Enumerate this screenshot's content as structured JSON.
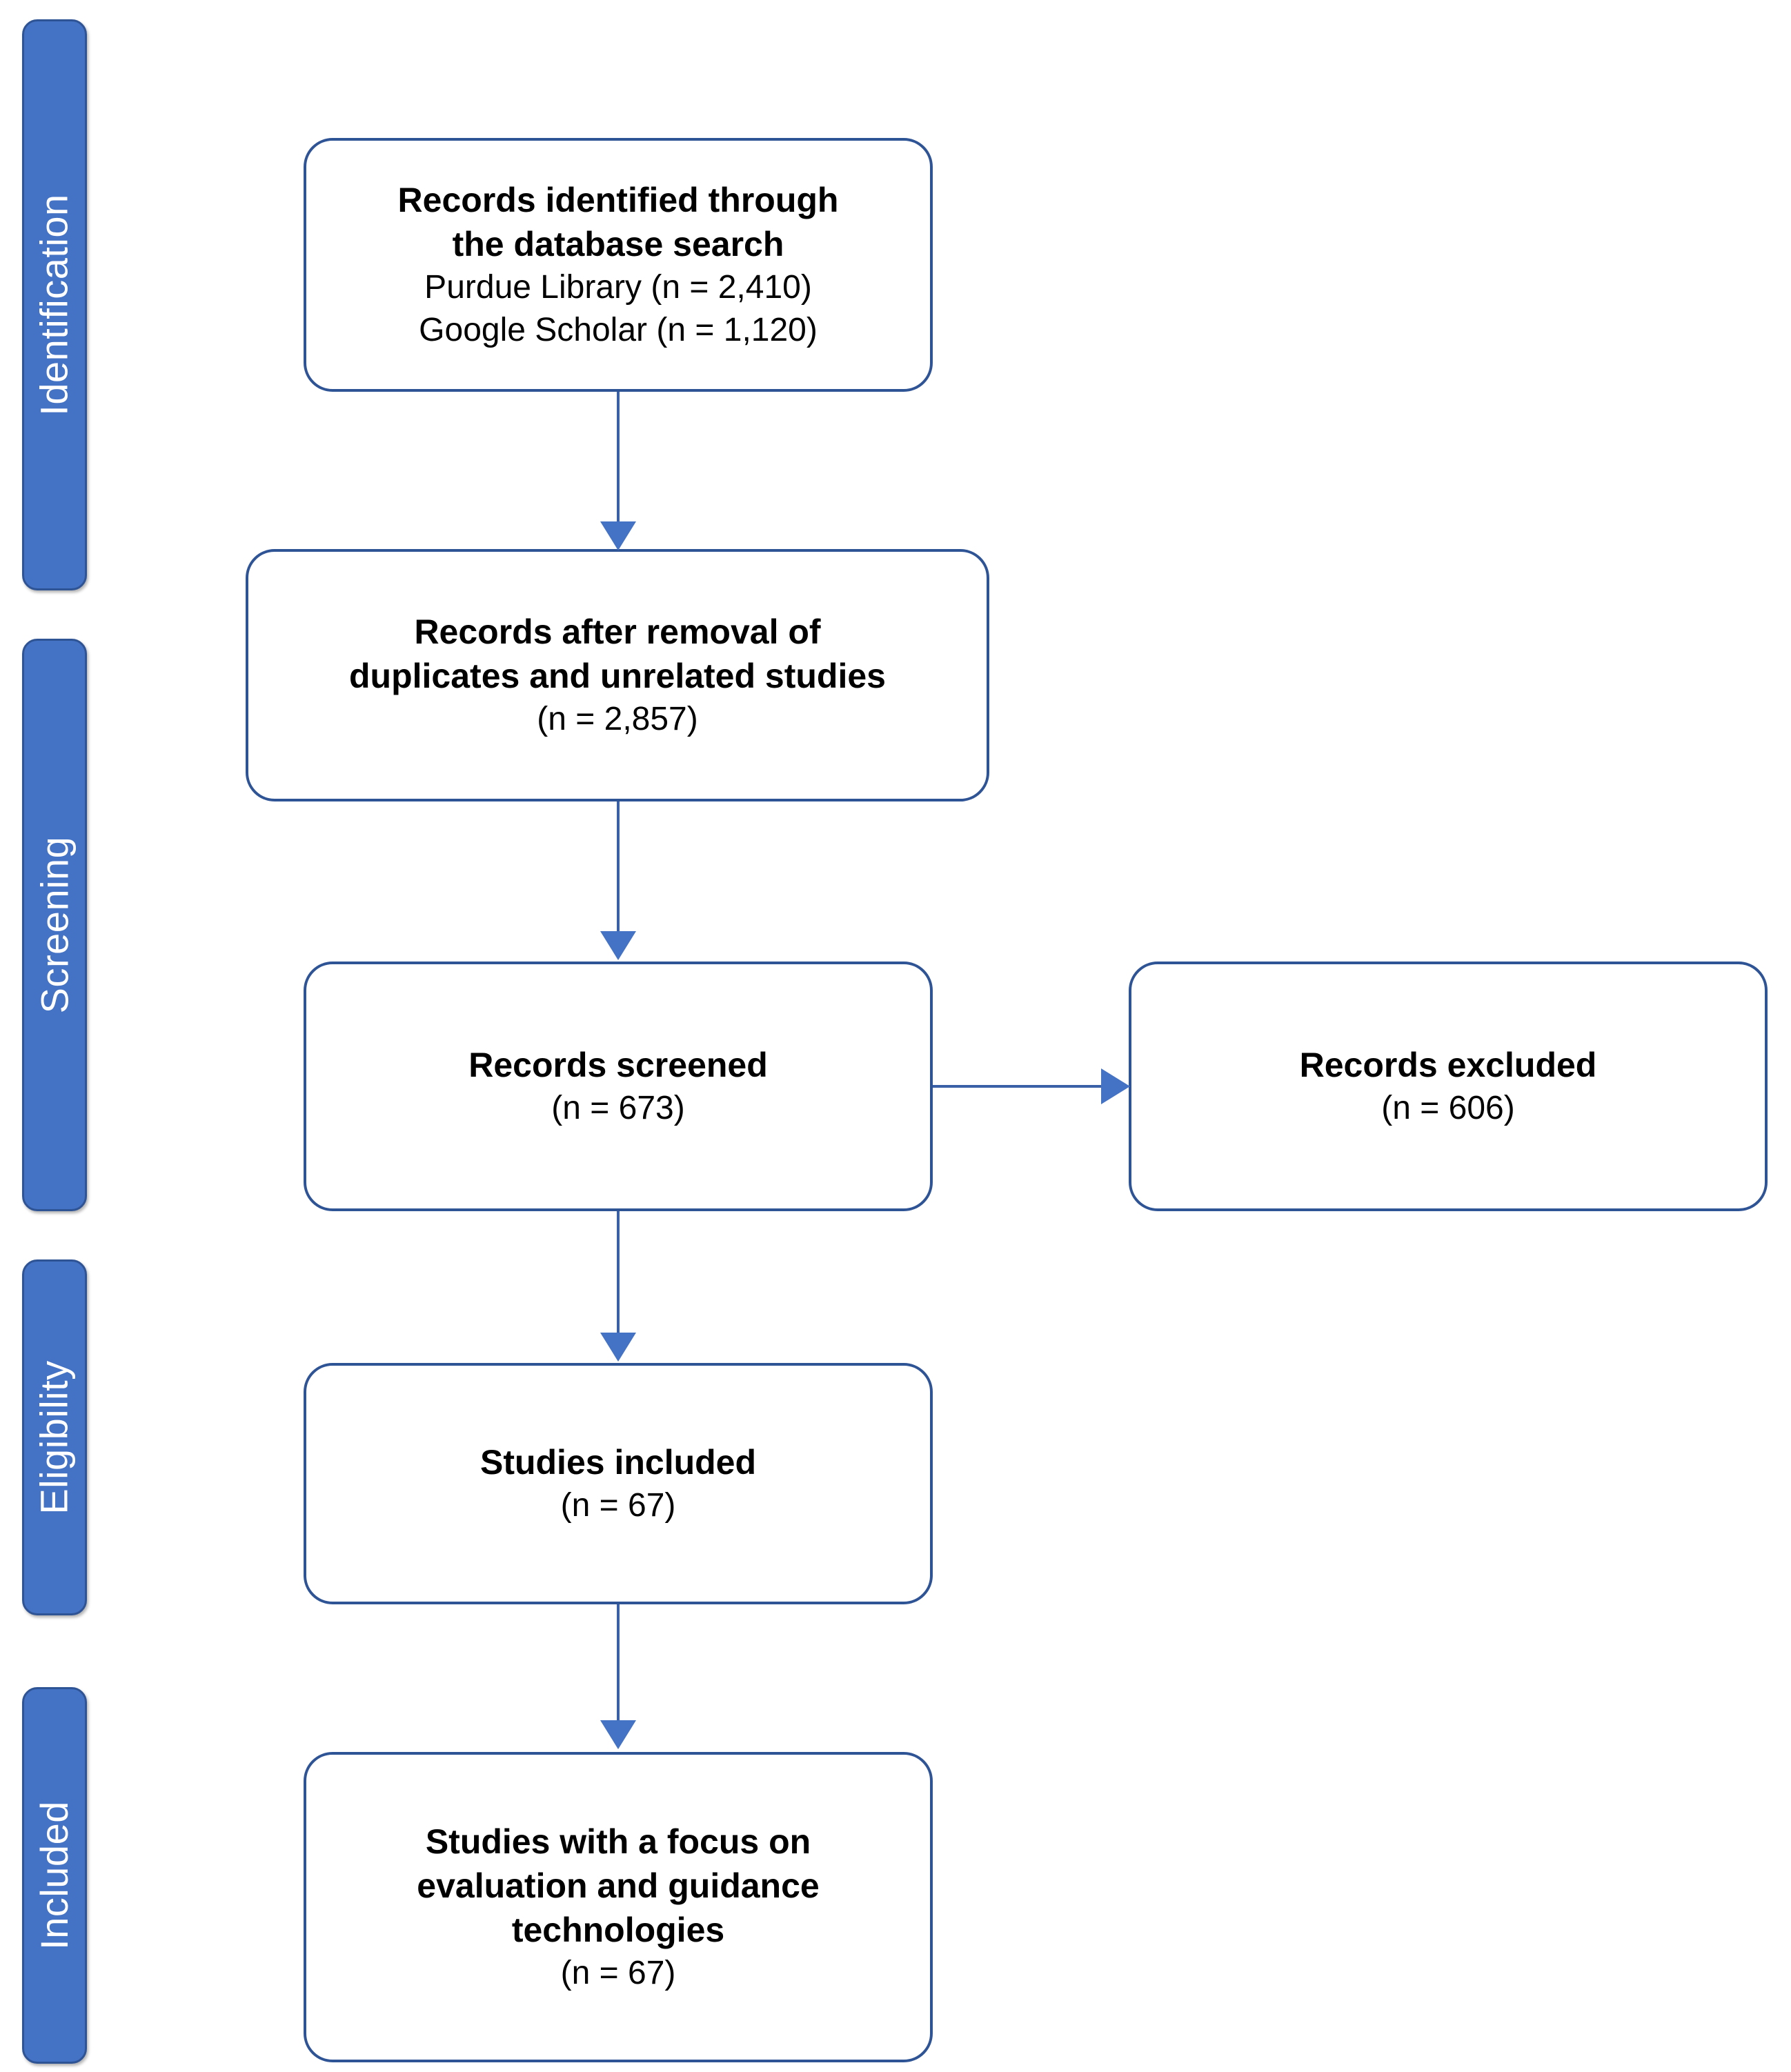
{
  "diagram": {
    "title": "PRISMA study selection flow diagram",
    "accent_color": "#4472C4",
    "border_color": "#2F5496",
    "connector_color": "#3A61A8"
  },
  "stages": [
    {
      "label": "Identification"
    },
    {
      "label": "Screening"
    },
    {
      "label": "Eligibility"
    },
    {
      "label": "Included"
    }
  ],
  "boxes": {
    "identified": {
      "heading_line1": "Records identified through",
      "heading_line2": "the database search",
      "detail_line1": "Purdue Library (n = 2,410)",
      "detail_line2": "Google Scholar (n = 1,120)"
    },
    "deduped": {
      "heading_line1": "Records after removal of",
      "heading_line2": "duplicates and unrelated studies",
      "detail_line1": "(n = 2,857)"
    },
    "screened": {
      "heading_line1": "Records screened",
      "detail_line1": "(n = 673)"
    },
    "excluded": {
      "heading_line1": "Records excluded",
      "detail_line1": "(n = 606)"
    },
    "included": {
      "heading_line1": "Studies included",
      "detail_line1": "(n = 67)"
    },
    "focus": {
      "heading_line1": "Studies with a focus on",
      "heading_line2": "evaluation and guidance",
      "heading_line3": "technologies",
      "detail_line1": "(n = 67)"
    }
  },
  "chart_data": {
    "type": "diagram",
    "title": "PRISMA flow diagram",
    "nodes": [
      {
        "id": "identified",
        "stage": "Identification",
        "label": "Records identified through the database search",
        "counts": [
          {
            "source": "Purdue Library",
            "n": 2410
          },
          {
            "source": "Google Scholar",
            "n": 1120
          }
        ]
      },
      {
        "id": "deduped",
        "stage": "Screening",
        "label": "Records after removal of duplicates and unrelated studies",
        "n": 2857
      },
      {
        "id": "screened",
        "stage": "Screening",
        "label": "Records screened",
        "n": 673
      },
      {
        "id": "excluded",
        "stage": "Screening",
        "label": "Records excluded",
        "n": 606
      },
      {
        "id": "included",
        "stage": "Eligibility",
        "label": "Studies included",
        "n": 67
      },
      {
        "id": "focus",
        "stage": "Included",
        "label": "Studies with a focus on evaluation and guidance technologies",
        "n": 67
      }
    ],
    "edges": [
      {
        "from": "identified",
        "to": "deduped",
        "direction": "down"
      },
      {
        "from": "deduped",
        "to": "screened",
        "direction": "down"
      },
      {
        "from": "screened",
        "to": "excluded",
        "direction": "right"
      },
      {
        "from": "screened",
        "to": "included",
        "direction": "down"
      },
      {
        "from": "included",
        "to": "focus",
        "direction": "down"
      }
    ]
  }
}
